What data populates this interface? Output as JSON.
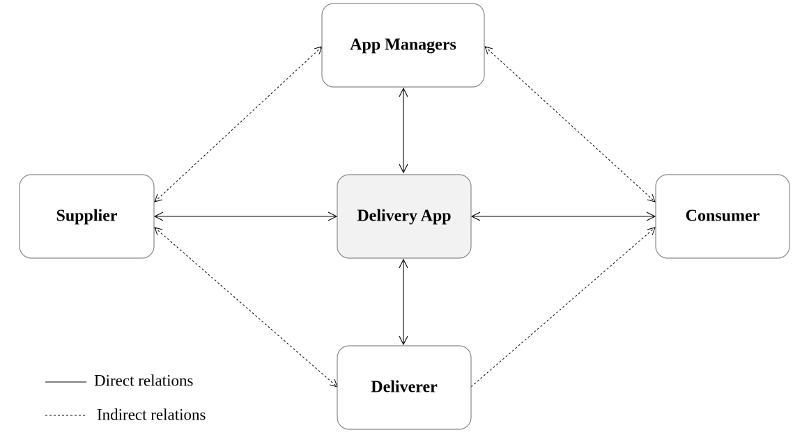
{
  "nodes": {
    "app_managers": {
      "label": "App Managers"
    },
    "supplier": {
      "label": "Supplier"
    },
    "delivery_app": {
      "label": "Delivery App"
    },
    "consumer": {
      "label": "Consumer"
    },
    "deliverer": {
      "label": "Deliverer"
    }
  },
  "edges": [
    {
      "from": "App Managers",
      "to": "Delivery App",
      "type": "direct",
      "arrows": "both"
    },
    {
      "from": "Supplier",
      "to": "Delivery App",
      "type": "direct",
      "arrows": "both"
    },
    {
      "from": "Delivery App",
      "to": "Consumer",
      "type": "direct",
      "arrows": "both"
    },
    {
      "from": "Delivery App",
      "to": "Deliverer",
      "type": "direct",
      "arrows": "both"
    },
    {
      "from": "Supplier",
      "to": "App Managers",
      "type": "indirect",
      "arrows": "both"
    },
    {
      "from": "App Managers",
      "to": "Consumer",
      "type": "indirect",
      "arrows": "both"
    },
    {
      "from": "Supplier",
      "to": "Deliverer",
      "type": "indirect",
      "arrows": "both"
    },
    {
      "from": "Deliverer",
      "to": "Consumer",
      "type": "indirect",
      "arrows": "end"
    }
  ],
  "legend": {
    "direct_label": "Direct relations",
    "indirect_label": "Indirect relations"
  },
  "colors": {
    "box_fill": "#ffffff",
    "highlight_fill": "#f2f2f2",
    "stroke": "#000000"
  }
}
